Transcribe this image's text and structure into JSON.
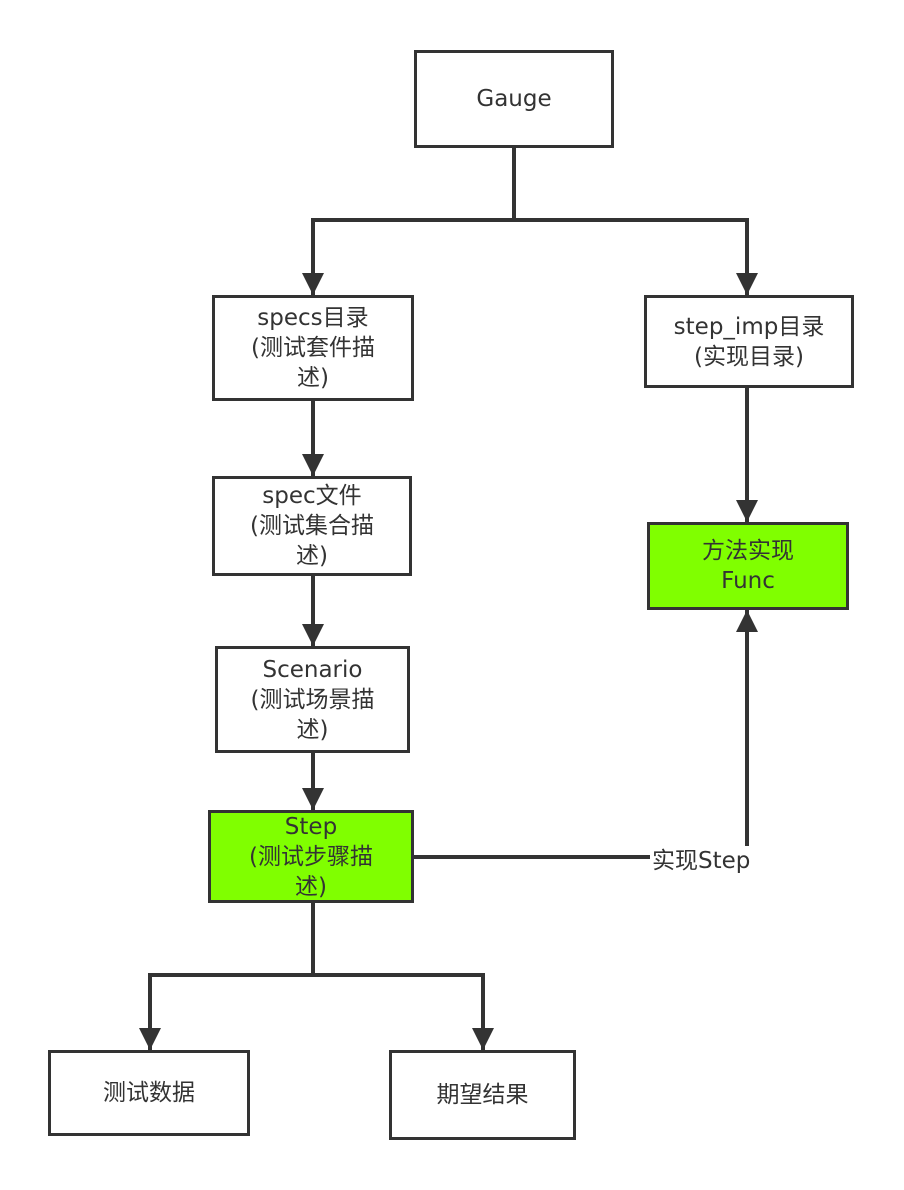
{
  "colors": {
    "stroke": "#333333",
    "highlight": "#80ff00",
    "background": "#ffffff"
  },
  "nodes": {
    "gauge": {
      "text": "Gauge"
    },
    "specs_dir": {
      "text": "specs目录\n(测试套件描\n述)"
    },
    "step_imp_dir": {
      "text": "step_imp目录\n(实现目录)"
    },
    "spec_file": {
      "text": "spec文件\n(测试集合描\n述)"
    },
    "func": {
      "text": "方法实现\nFunc"
    },
    "scenario": {
      "text": "Scenario\n(测试场景描\n述)"
    },
    "step": {
      "text": "Step\n(测试步骤描\n述)"
    },
    "test_data": {
      "text": "测试数据"
    },
    "expected_result": {
      "text": "期望结果"
    }
  },
  "edge_labels": {
    "implement_step": "实现Step"
  }
}
